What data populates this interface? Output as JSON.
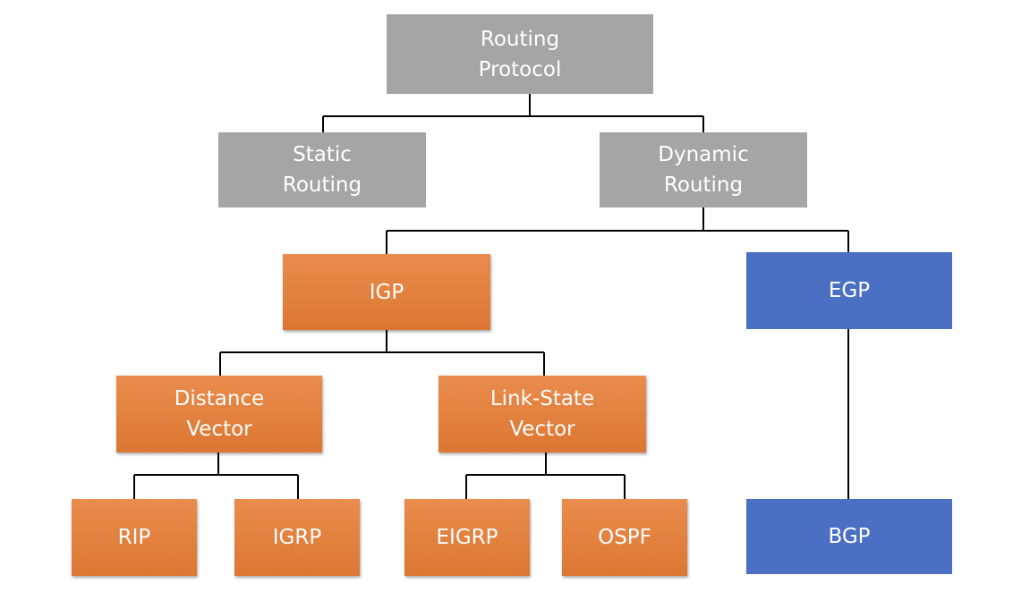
{
  "colors": {
    "gray": "#a5a5a5",
    "orange": "#e27d38",
    "blue": "#4a6fc3",
    "line": "#000000"
  },
  "nodes": {
    "routing_protocol": "Routing\nProtocol",
    "static_routing": "Static\nRouting",
    "dynamic_routing": "Dynamic\nRouting",
    "igp": "IGP",
    "egp": "EGP",
    "distance_vector": "Distance\nVector",
    "link_state_vector": "Link-State\nVector",
    "rip": "RIP",
    "igrp": "IGRP",
    "eigrp": "EIGRP",
    "ospf": "OSPF",
    "bgp": "BGP"
  }
}
